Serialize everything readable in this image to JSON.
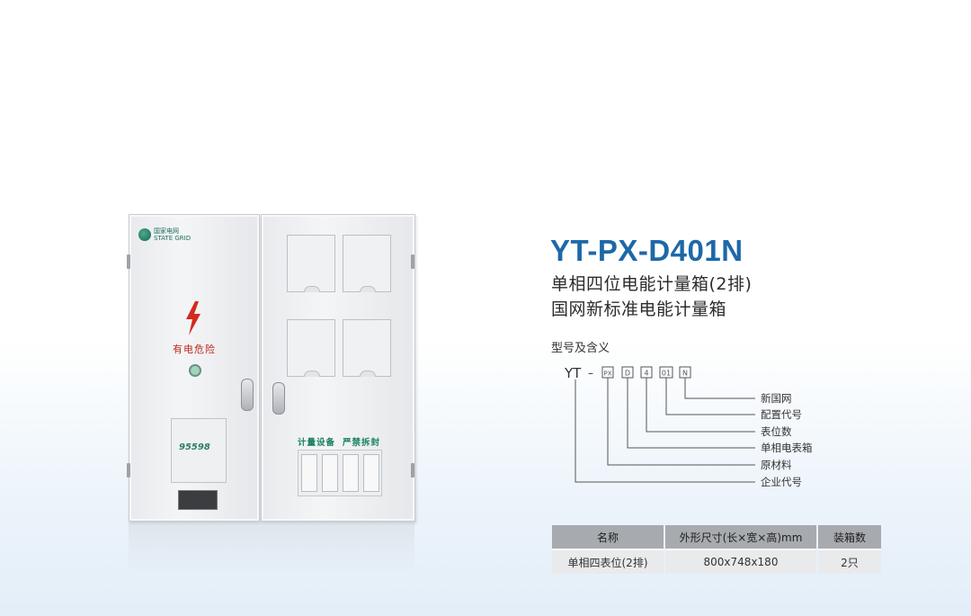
{
  "product": {
    "model": "YT-PX-D401N",
    "subtitle_1": "单相四位电能计量箱(2排)",
    "subtitle_2": "国网新标准电能计量箱",
    "photo": {
      "logo_cn": "国家电网",
      "logo_en": "STATE GRID",
      "danger_text": "有电危险",
      "pocket_text": "95598",
      "notice_1": "计量设备",
      "notice_2": "严禁拆封"
    }
  },
  "legend": {
    "title": "型号及含义",
    "code": {
      "prefix": "YT",
      "dash": "–",
      "boxes": [
        "PX",
        "D",
        "4",
        "01",
        "N"
      ]
    },
    "meanings": [
      "新国网",
      "配置代号",
      "表位数",
      "单相电表箱",
      "原材料",
      "企业代号"
    ]
  },
  "spec_table": {
    "headers": [
      "名称",
      "外形尺寸(长×宽×高)mm",
      "装箱数"
    ],
    "rows": [
      [
        "单相四表位(2排)",
        "800x748x180",
        "2只"
      ]
    ]
  },
  "colors": {
    "model_blue": "#1d68a8",
    "state_grid_green": "#19805e",
    "danger_red": "#c0271d",
    "table_header": "#a7aaaf",
    "table_row": "#e9eaec"
  }
}
